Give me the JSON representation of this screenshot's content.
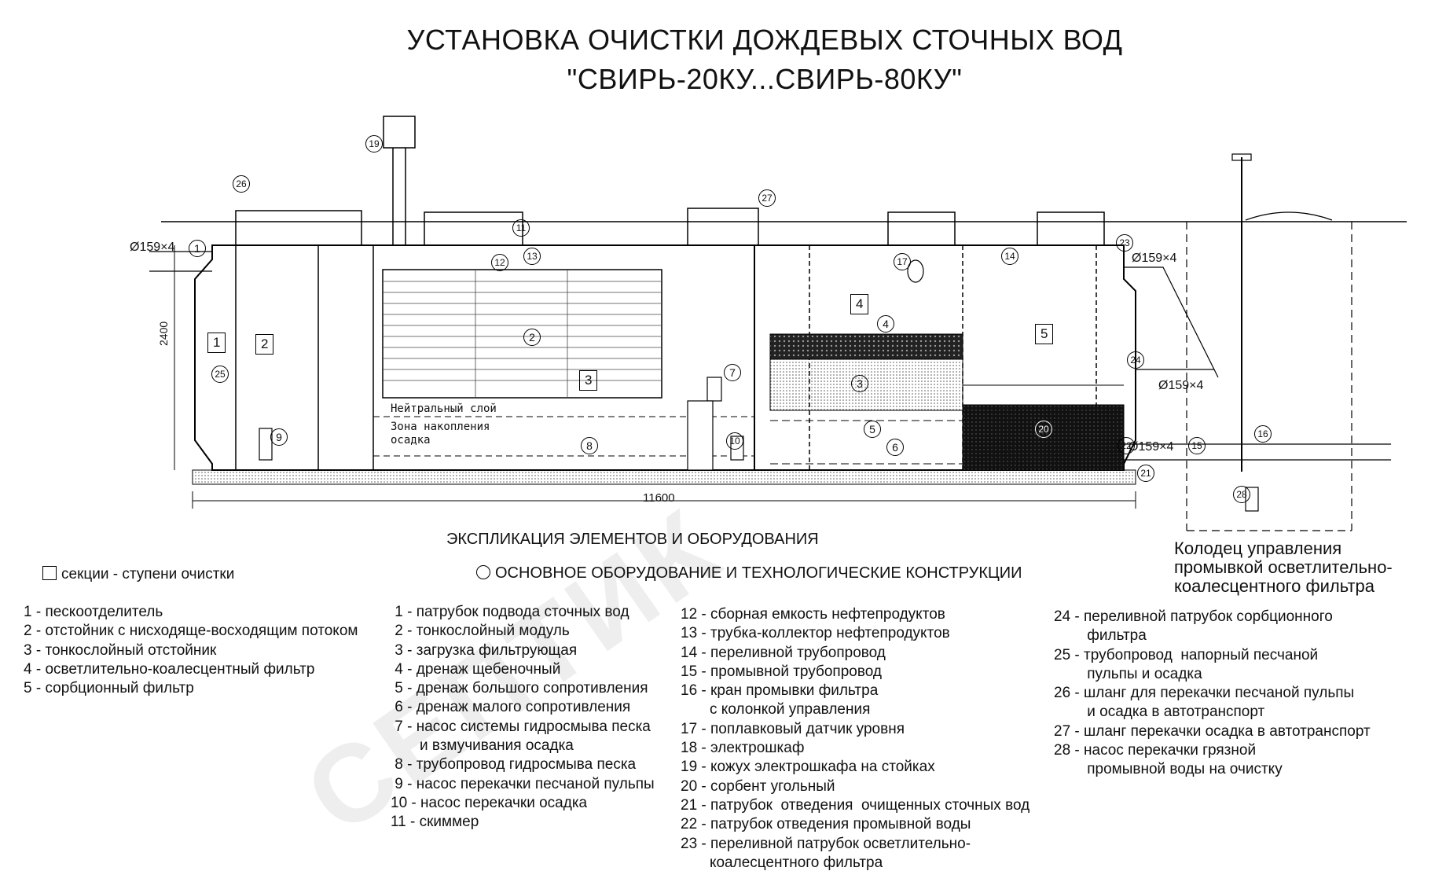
{
  "title_line1": "УСТАНОВКА ОЧИСТКИ ДОЖДЕВЫХ СТОЧНЫХ ВОД",
  "title_line2": "\"СВИРЬ-20КУ...СВИРЬ-80КУ\"",
  "watermark": "СЕПТИК",
  "drawing": {
    "dim_length": "11600",
    "dim_height": "2400",
    "pipe_in": "Ø159×4",
    "pipe_23": "Ø159×4",
    "pipe_24": "Ø159×4",
    "pipe_22": "Ø159×4",
    "neutral_layer": "Нейтральный слой",
    "sediment_zone_1": "Зона накопления",
    "sediment_zone_2": "осадка",
    "well_caption_1": "Колодец управления",
    "well_caption_2": "промывкой осветлительно-",
    "well_caption_3": "коалесцентного фильтра",
    "section_nums": [
      "1",
      "2",
      "3",
      "4",
      "5"
    ],
    "equip_nums": [
      "1",
      "2",
      "3",
      "4",
      "5",
      "6",
      "7",
      "8",
      "9",
      "10",
      "11",
      "12",
      "13",
      "14",
      "15",
      "16",
      "17",
      "19",
      "20",
      "21",
      "22",
      "23",
      "24",
      "25",
      "26",
      "27",
      "28"
    ]
  },
  "legend": {
    "heading": "ЭКСПЛИКАЦИЯ ЭЛЕМЕНТОВ И ОБОРУДОВАНИЯ",
    "sections_key": "секции - ступени очистки",
    "equipment_key": "ОСНОВНОЕ ОБОРУДОВАНИЕ  И  ТЕХНОЛОГИЧЕСКИЕ  КОНСТРУКЦИИ",
    "sections": [
      "1 - пескоотделитель",
      "2 - отстойник с нисходяще-восходящим потоком",
      "3 - тонкослойный отстойник",
      "4 - осветлительно-коалесцентный фильтр",
      "5 - сорбционный фильтр"
    ],
    "col1": [
      " 1 - патрубок подвода сточных вод",
      " 2 - тонкослойный модуль",
      " 3 - загрузка фильтрующая",
      " 4 - дренаж щебеночный",
      " 5 - дренаж большого сопротивления",
      " 6 - дренаж малого сопротивления",
      " 7 - насос системы гидросмыва песка",
      "       и взмучивания осадка",
      " 8 - трубопровод гидросмыва песка",
      " 9 - насос перекачки песчаной пульпы",
      "10 - насос перекачки осадка",
      "11 - скиммер"
    ],
    "col2": [
      "12 - сборная емкость нефтепродуктов",
      "13 - трубка-коллектор нефтепродуктов",
      "14 - переливной трубопровод",
      "15 - промывной трубопровод",
      "16 - кран промывки фильтра",
      "       с колонкой управления",
      "17 - поплавковый датчик уровня",
      "18 - электрошкаф",
      "19 - кожух электрошкафа на стойках",
      "20 - сорбент угольный",
      "21 - патрубок  отведения  очищенных сточных вод",
      "22 - патрубок отведения промывной воды",
      "23 - переливной патрубок осветлительно-",
      "       коалесцентного фильтра"
    ],
    "col3": [
      "24 - переливной патрубок сорбционного",
      "        фильтра",
      "25 - трубопровод  напорный песчаной",
      "        пульпы и осадка",
      "26 - шланг для перекачки песчаной пульпы",
      "        и осадка в автотранспорт",
      "27 - шланг перекачки осадка в автотранспорт",
      "28 - насос перекачки грязной",
      "        промывной воды на очистку"
    ]
  }
}
